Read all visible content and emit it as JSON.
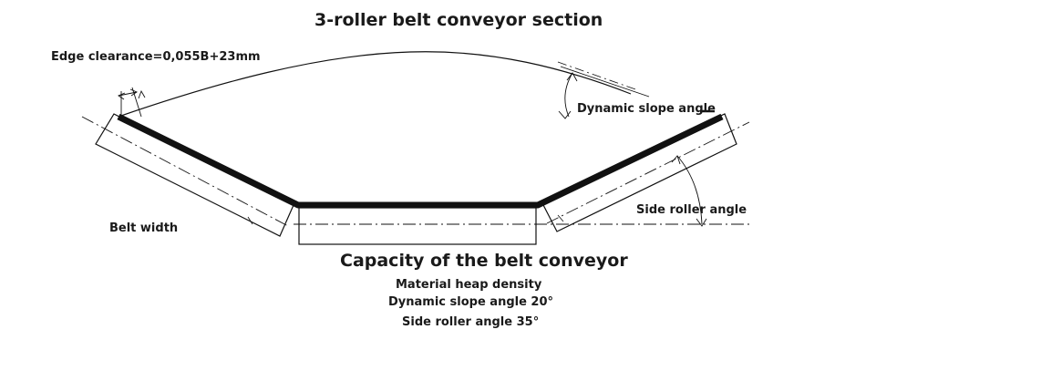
{
  "diagram": {
    "title": "3-roller belt conveyor section",
    "labels": {
      "edge_clearance": "Edge clearance=0,055B+23mm",
      "dynamic_slope_angle": "Dynamic slope angle",
      "belt_width": "Belt width",
      "side_roller_angle": "Side roller angle"
    },
    "capacity": {
      "heading": "Capacity of the belt conveyor",
      "lines": [
        "Material heap density",
        "Dynamic slope angle 20°",
        "Side roller angle 35°"
      ]
    },
    "colors": {
      "line": "#111111",
      "text": "#1a1a1a",
      "background": "#ffffff"
    }
  }
}
